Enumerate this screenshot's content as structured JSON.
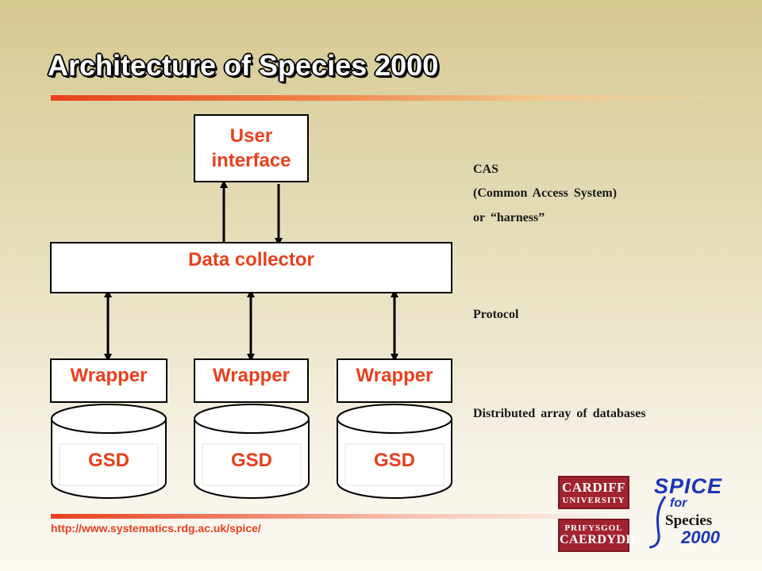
{
  "slide": {
    "title": "Architecture of Species 2000",
    "url": "http://www.systematics.rdg.ac.uk/spice/"
  },
  "diagram": {
    "user_interface": "User\ninterface",
    "data_collector": "Data collector",
    "wrappers": [
      "Wrapper",
      "Wrapper",
      "Wrapper"
    ],
    "databases": [
      "GSD",
      "GSD",
      "GSD"
    ]
  },
  "labels": {
    "cas_line1": "CAS",
    "cas_line2": "(Common Access System)",
    "cas_line3": "or “harness”",
    "protocol": "Protocol",
    "distributed": "Distributed array of databases"
  },
  "logos": {
    "cardiff_line1": "CARDIFF",
    "cardiff_line2": "UNIVERSITY",
    "prifysgol_line1": "PRIFYSGOL",
    "prifysgol_line2": "CAERDYDD",
    "spice_line1": "SPICE",
    "spice_line2": "for",
    "spice_line3": "Species",
    "spice_line4": "2000"
  },
  "colors": {
    "accent": "#e8401c",
    "logo_red": "#a22330",
    "spice_blue": "#1a35b8"
  }
}
